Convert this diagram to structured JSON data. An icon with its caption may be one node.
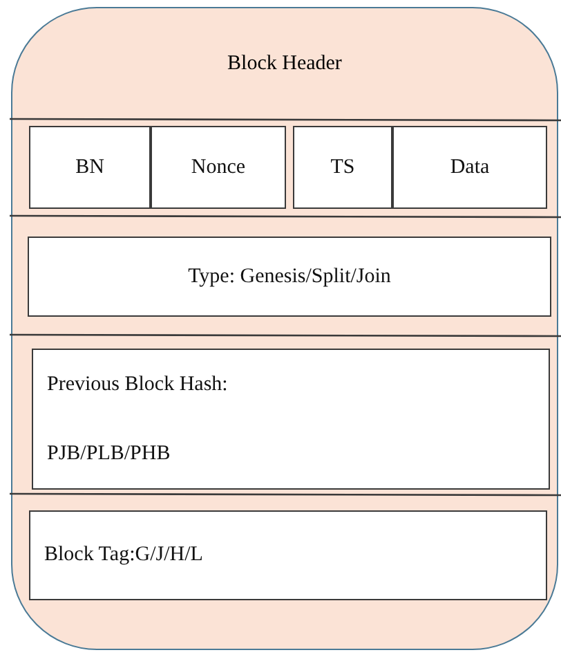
{
  "diagram": {
    "nodes": [
      {
        "text": [
          "Block Header"
        ]
      },
      {
        "text": [
          "BN"
        ],
        "in": 0
      },
      {
        "text": [
          "Nonce"
        ],
        "in": 0
      },
      {
        "text": [
          "TS"
        ],
        "in": 0
      },
      {
        "text": [
          "Data"
        ],
        "in": 0
      },
      {
        "text": [
          "Type: Genesis/Split/Join"
        ],
        "in": 0
      },
      {
        "text": [
          "Previous Block Hash:",
          "PJB/PLB/PHB"
        ],
        "in": 0
      },
      {
        "text": [
          "Block Tag:G/J/H/L"
        ],
        "in": 0
      }
    ]
  }
}
